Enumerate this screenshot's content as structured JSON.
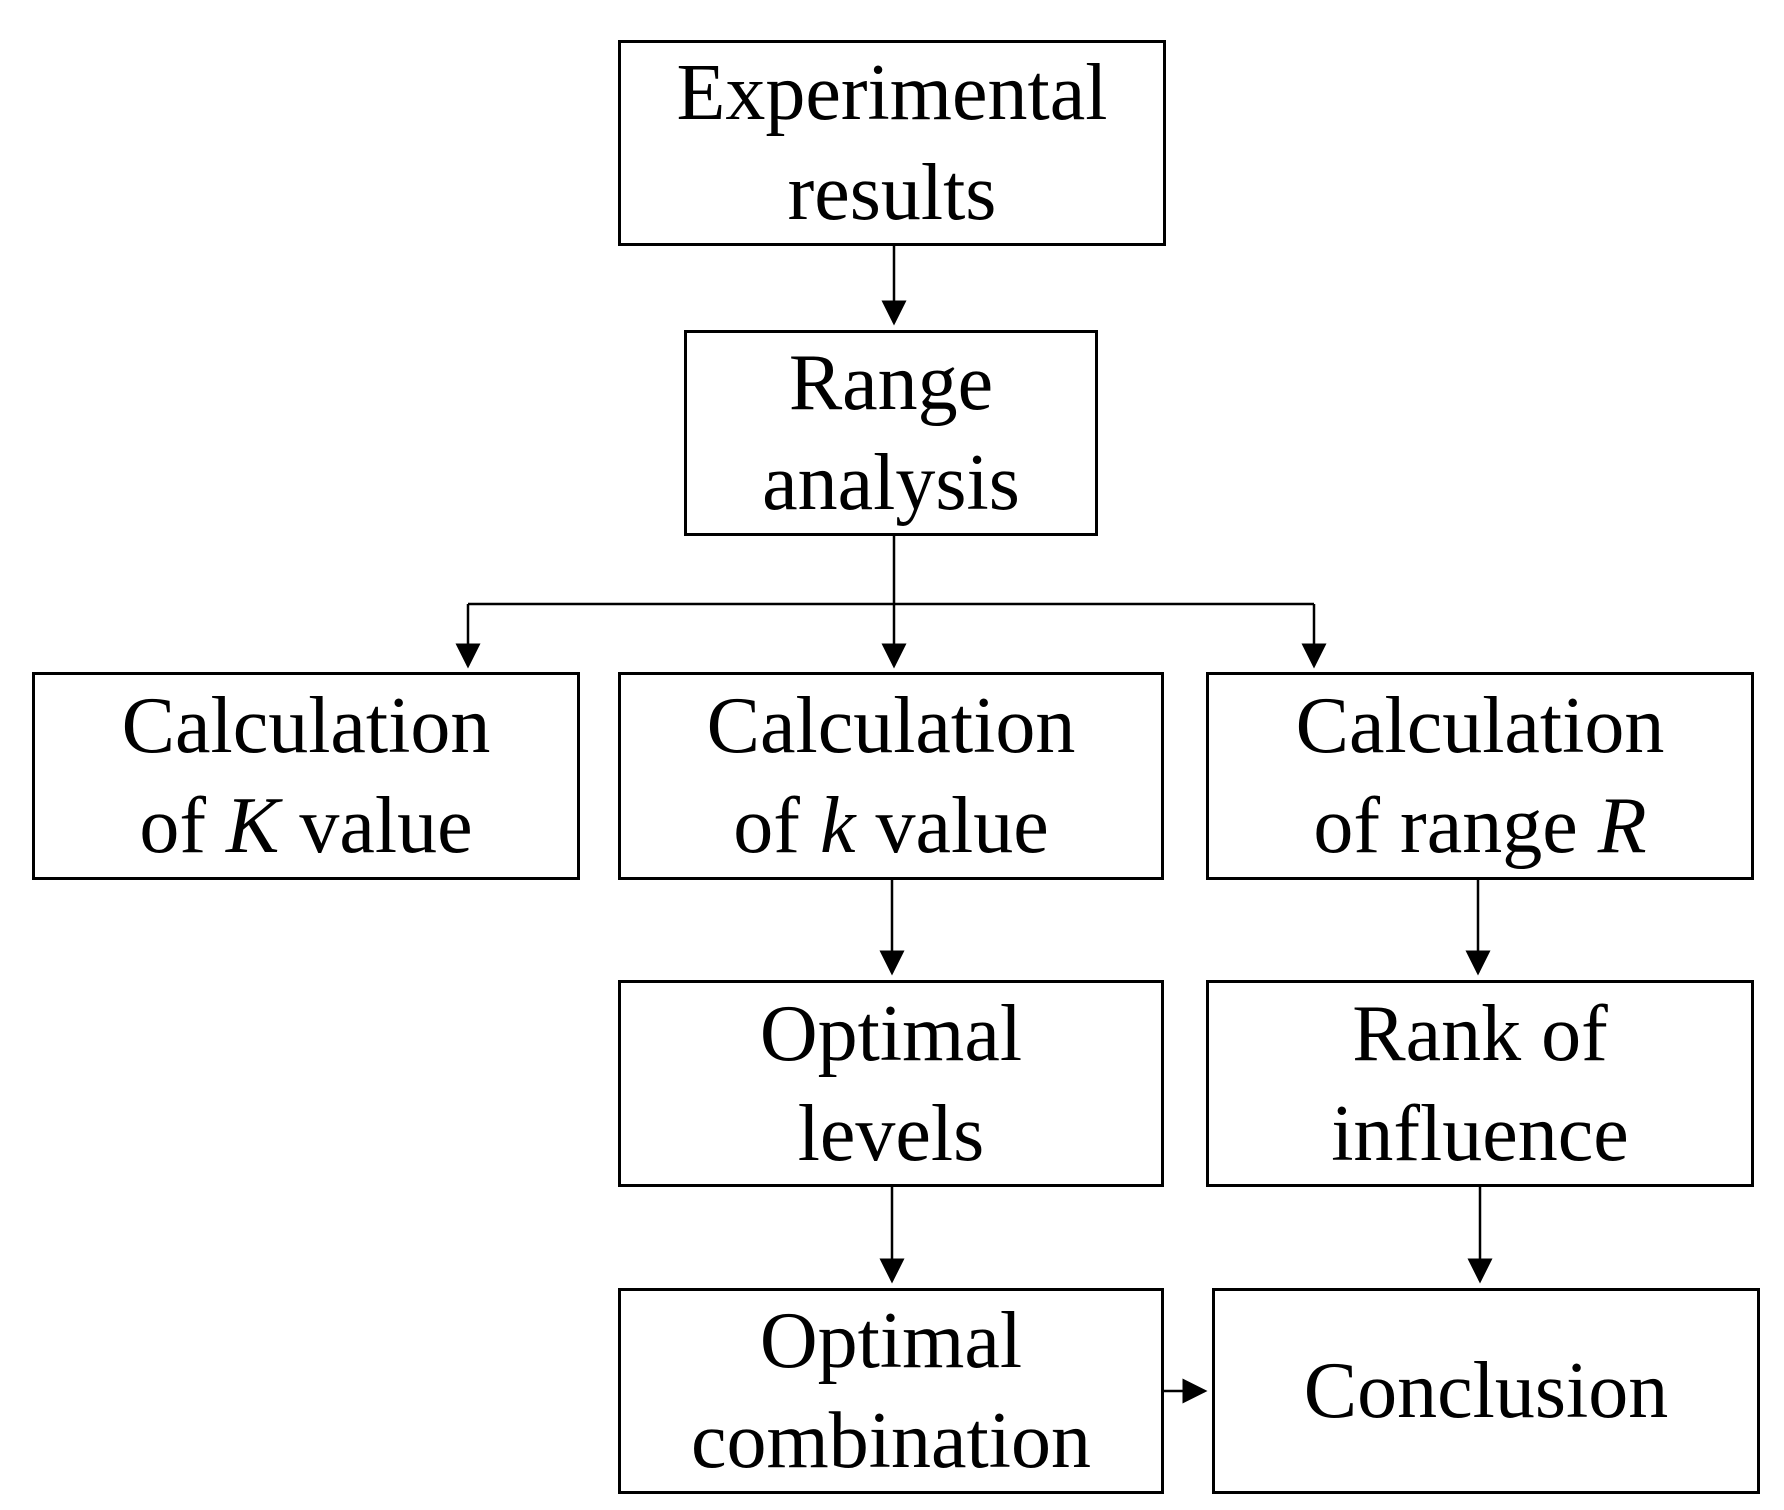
{
  "nodes": {
    "experimental_results": {
      "line1": "Experimental",
      "line2": "results"
    },
    "range_analysis": {
      "line1": "Range",
      "line2": "analysis"
    },
    "calc_K": {
      "line1": "Calculation",
      "line2_pre": "of ",
      "line2_var": "K",
      "line2_post": " value"
    },
    "calc_k": {
      "line1": "Calculation",
      "line2_pre": "of ",
      "line2_var": "k",
      "line2_post": " value"
    },
    "calc_R": {
      "line1": "Calculation",
      "line2_pre": "of range ",
      "line2_var": "R"
    },
    "optimal_levels": {
      "line1": "Optimal",
      "line2": "levels"
    },
    "rank_of_influence": {
      "line1": "Rank of",
      "line2": "influence"
    },
    "optimal_combination": {
      "line1": "Optimal",
      "line2": "combination"
    },
    "conclusion": {
      "line1": "Conclusion"
    }
  },
  "edges": [
    {
      "from": "experimental_results",
      "to": "range_analysis"
    },
    {
      "from": "range_analysis",
      "to": "calc_K"
    },
    {
      "from": "range_analysis",
      "to": "calc_k"
    },
    {
      "from": "range_analysis",
      "to": "calc_R"
    },
    {
      "from": "calc_k",
      "to": "optimal_levels"
    },
    {
      "from": "calc_R",
      "to": "rank_of_influence"
    },
    {
      "from": "optimal_levels",
      "to": "optimal_combination"
    },
    {
      "from": "rank_of_influence",
      "to": "conclusion"
    },
    {
      "from": "optimal_combination",
      "to": "conclusion"
    }
  ]
}
